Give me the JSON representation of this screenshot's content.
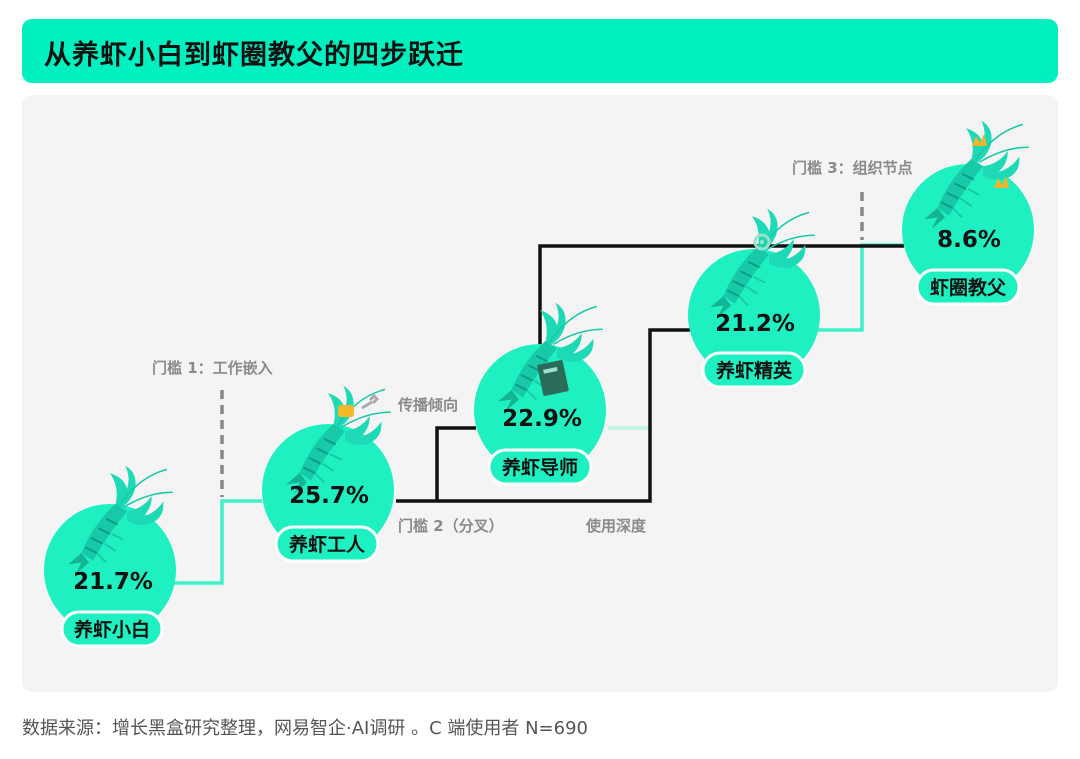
{
  "header": {
    "title": "从养虾小白到虾圈教父的四步跃迁"
  },
  "stages": [
    {
      "name": "养虾小白",
      "pct": "21.7%"
    },
    {
      "name": "养虾工人",
      "pct": "25.7%"
    },
    {
      "name": "养虾导师",
      "pct": "22.9%"
    },
    {
      "name": "养虾精英",
      "pct": "21.2%"
    },
    {
      "name": "虾圈教父",
      "pct": "8.6%"
    }
  ],
  "annotations": {
    "gate1": "门槛 1：工作嵌入",
    "gate2": "门槛 2（分叉）",
    "gate3": "门槛 3：组织节点",
    "branch_up": "传播倾向",
    "branch_down": "使用深度"
  },
  "footer": {
    "source": "数据来源：增长黑盒研究整理，网易智企·AI调研 。C 端使用者 N=690"
  },
  "colors": {
    "accent": "#00f0c0",
    "circle": "#1ef0c2",
    "line_dark": "#111111",
    "line_light": "#3ef2c8",
    "lobster": "#17c9a6"
  },
  "icons": [
    "lobster-icon",
    "wrench-icon",
    "book-icon",
    "gear-icon",
    "crown-icon"
  ]
}
